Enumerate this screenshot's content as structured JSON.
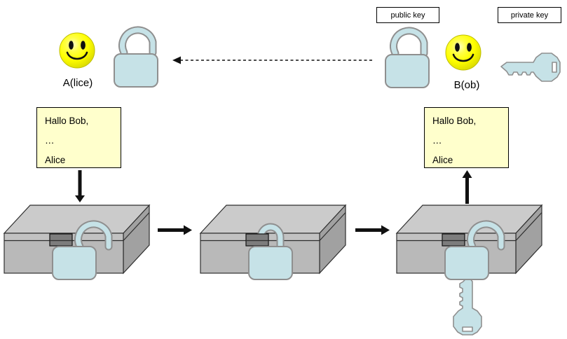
{
  "labels": {
    "public_key": "public key",
    "private_key": "private key"
  },
  "actors": {
    "alice": {
      "name": "A(lice)"
    },
    "bob": {
      "name": "B(ob)"
    }
  },
  "notes": {
    "alice": {
      "lines": [
        "Hallo Bob,",
        "…",
        "Alice"
      ]
    },
    "bob": {
      "lines": [
        "Hallo Bob,",
        "…",
        "Alice"
      ]
    }
  },
  "icons": {
    "smiley": "yellow smiley face",
    "padlock_open": "open light-blue padlock",
    "padlock_closed": "closed light-blue padlock",
    "key": "light-blue key",
    "lockbox": "gray 3d lockbox with latch",
    "dashed_arrow": "dashed arrow pointing left (public key sent from Bob to Alice)"
  },
  "colors": {
    "page_bg": "#ffffff",
    "text_color": "#000000",
    "lock_fill": "#c6e2e7",
    "lock_stroke": "#8f8f8f",
    "box_top": "#cbcbcb",
    "box_front": "#b9b9b9",
    "box_band": "#c2c2c2",
    "box_side": "#a1a1a1",
    "box_line": "#2e2e2e",
    "latch_fill": "#7d7d7d",
    "note_bg": "#ffffcc",
    "note_border": "#000000",
    "smiley_yellow": "#ffff00",
    "arrow_color": "#111111",
    "label_border": "#000000"
  }
}
